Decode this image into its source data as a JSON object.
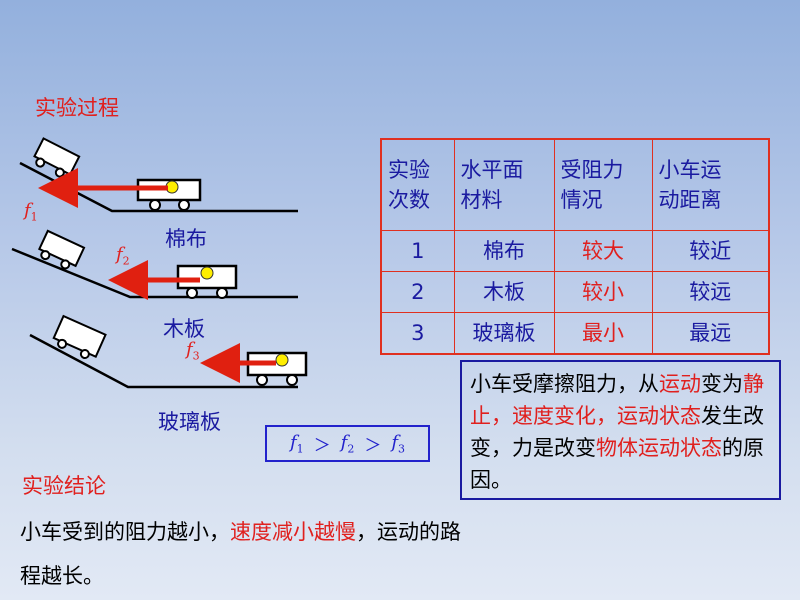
{
  "process_heading": "实验过程",
  "surfaces": [
    "棉布",
    "木板",
    "玻璃板"
  ],
  "friction_symbol": "f",
  "friction_indices": [
    "1",
    "2",
    "3"
  ],
  "relation": {
    "gt": "＞"
  },
  "table": {
    "headers": [
      [
        "实验",
        "次数"
      ],
      [
        "水平面",
        "材料"
      ],
      [
        "受阻力",
        "情况"
      ],
      [
        "小车运",
        "动距离"
      ]
    ],
    "rows": [
      [
        "1",
        "棉布",
        "较大",
        "较近"
      ],
      [
        "2",
        "木板",
        "较小",
        "较远"
      ],
      [
        "3",
        "玻璃板",
        "最小",
        "最远"
      ]
    ]
  },
  "note": {
    "parts": [
      {
        "text": "小车受摩擦阻力，从",
        "highlight": false
      },
      {
        "text": "运动",
        "highlight": true
      },
      {
        "text": "变为",
        "highlight": false
      },
      {
        "text": "静止，速度变化，运动状态",
        "highlight": true
      },
      {
        "text": "发生改变，力是改变",
        "highlight": false
      },
      {
        "text": "物体运动状态",
        "highlight": true
      },
      {
        "text": "的原因。",
        "highlight": false
      }
    ]
  },
  "conclusion_heading": "实验结论",
  "conclusion": {
    "part1": "小车受到的阻力越小，",
    "part2": "速度减小越慢",
    "part3": "，运动的路",
    "part4": "程越长。"
  },
  "colors": {
    "accent_red": "#e0201e",
    "text_blue": "#1a1aa0",
    "table_border": "#e03020",
    "arrow_red": "#e02010"
  }
}
